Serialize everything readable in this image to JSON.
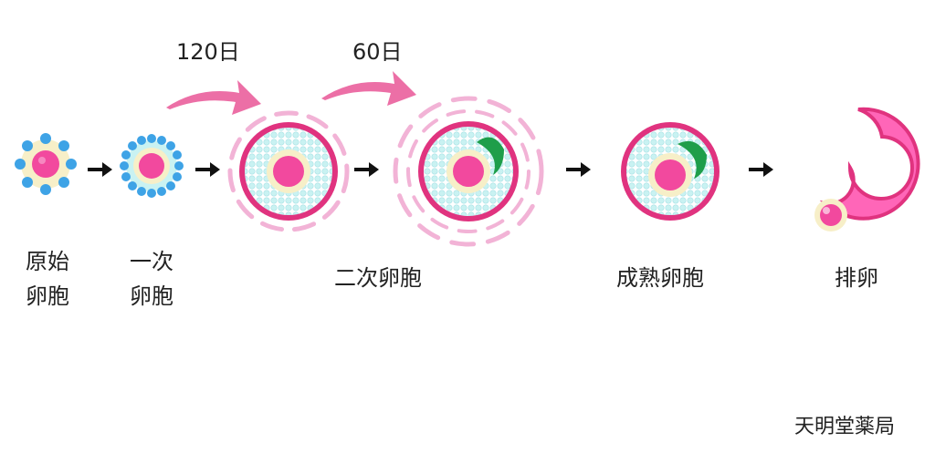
{
  "stages": [
    {
      "label_line1": "原始",
      "label_line2": "卵胞"
    },
    {
      "label_line1": "一次",
      "label_line2": "卵胞"
    },
    {
      "label": "二次卵胞"
    },
    {
      "label": "成熟卵胞"
    },
    {
      "label": "排卵"
    }
  ],
  "durations": [
    "120日",
    "60日"
  ],
  "credit": "天明堂薬局",
  "colors": {
    "egg_pink": "#f2499e",
    "wall_pink": "#e0337f",
    "granulosa": "#c9f2f2",
    "zona": "#f7efc8",
    "theca_blue": "#3ea3e6",
    "dash_pink": "#f2b3d6",
    "green_cap": "#1e9e4a",
    "arrow_pink": "#ec6fa6",
    "step_arrow": "#111111"
  }
}
